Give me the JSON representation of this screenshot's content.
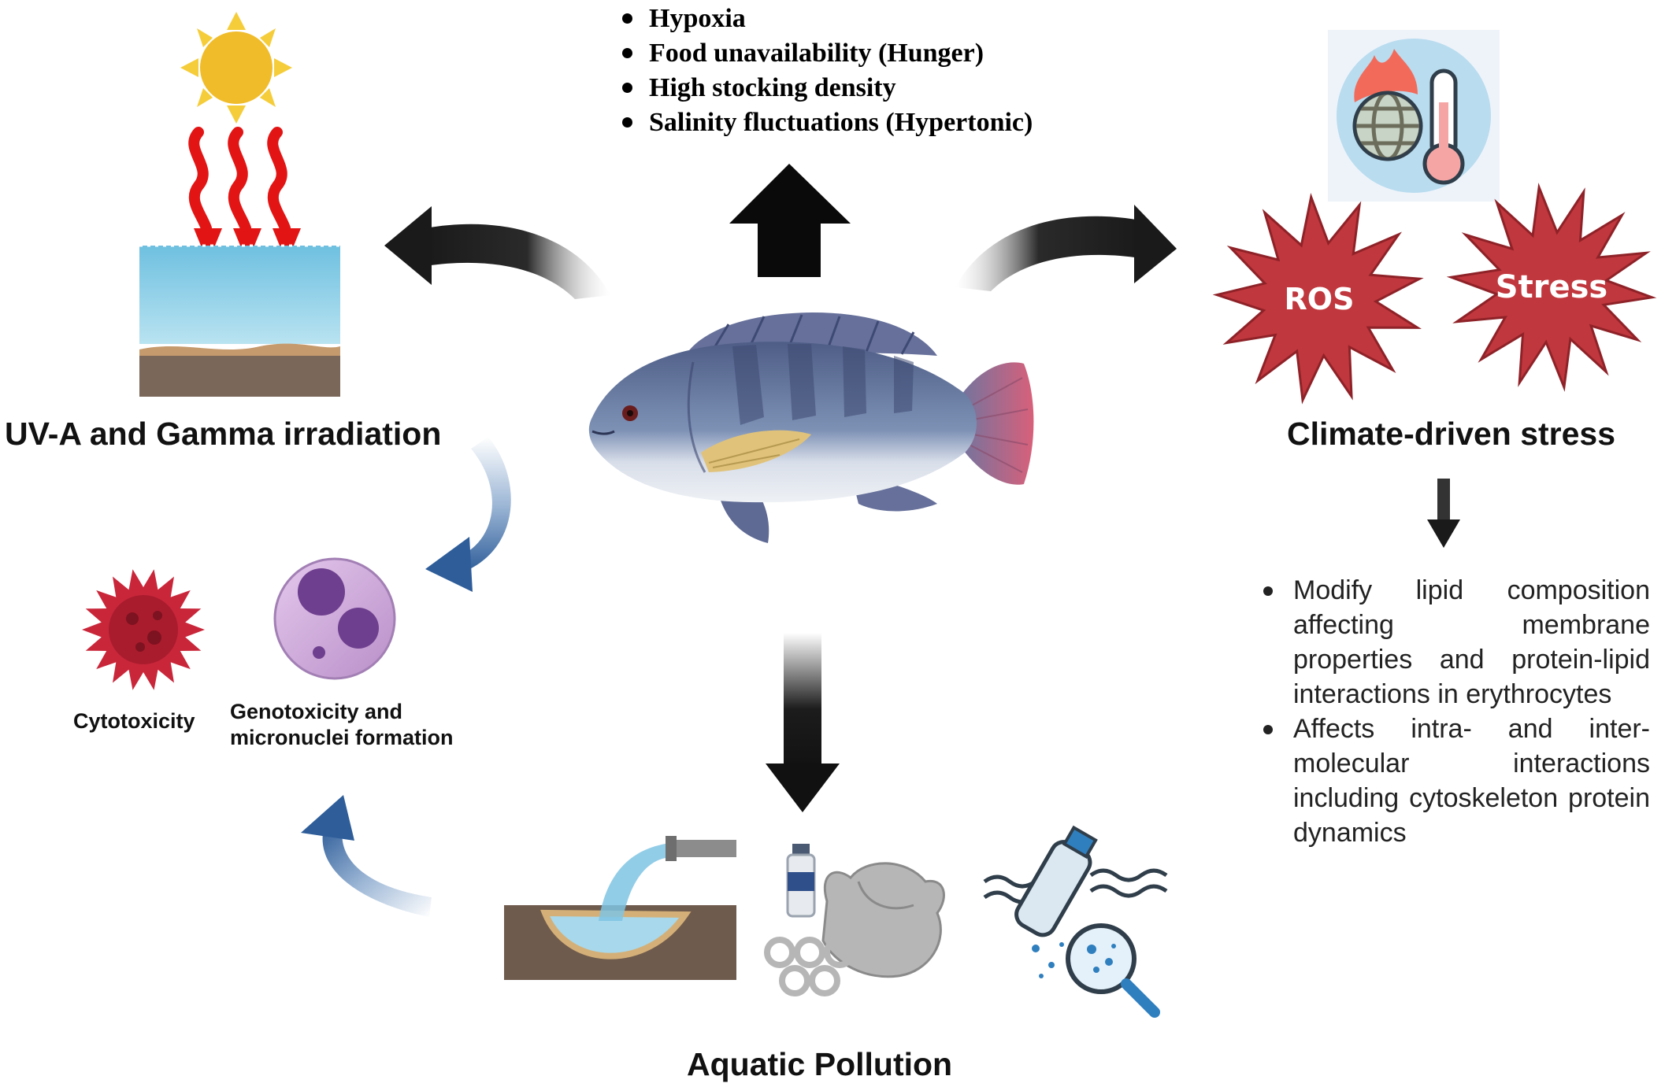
{
  "stressors_list": [
    "Hypoxia",
    "Food unavailability (Hunger)",
    "High stocking density",
    "Salinity fluctuations (Hypertonic)"
  ],
  "labels": {
    "uv": "UV-A and Gamma irradiation",
    "climate": "Climate-driven stress",
    "pollution": "Aquatic Pollution",
    "cytotoxicity": "Cytotoxicity",
    "genotoxicity_line1": "Genotoxicity and",
    "genotoxicity_line2": "micronuclei formation",
    "ros": "ROS",
    "stress": "Stress"
  },
  "climate_effects": [
    "Modify lipid composition affecting membrane properties and protein-lipid interactions in erythrocytes",
    "Affects intra- and inter-molecular interactions including cytoskeleton protein dynamics"
  ],
  "icons": [
    "sun-icon",
    "heat-wave-icon",
    "water-surface-icon",
    "fish-icon",
    "global-warming-icon",
    "thermometer-icon",
    "ros-burst-icon",
    "stress-burst-icon",
    "cytotoxic-cell-icon",
    "micronucleus-cell-icon",
    "effluent-pipe-icon",
    "plastic-waste-icon",
    "microplastic-magnifier-icon"
  ],
  "colors": {
    "burst_red": "#c0373d",
    "arrow_black": "#111111",
    "flow_arrow_blue": "#2e5d99",
    "water_blue": "#8ccce4",
    "fish_body": "#5c6f95"
  }
}
